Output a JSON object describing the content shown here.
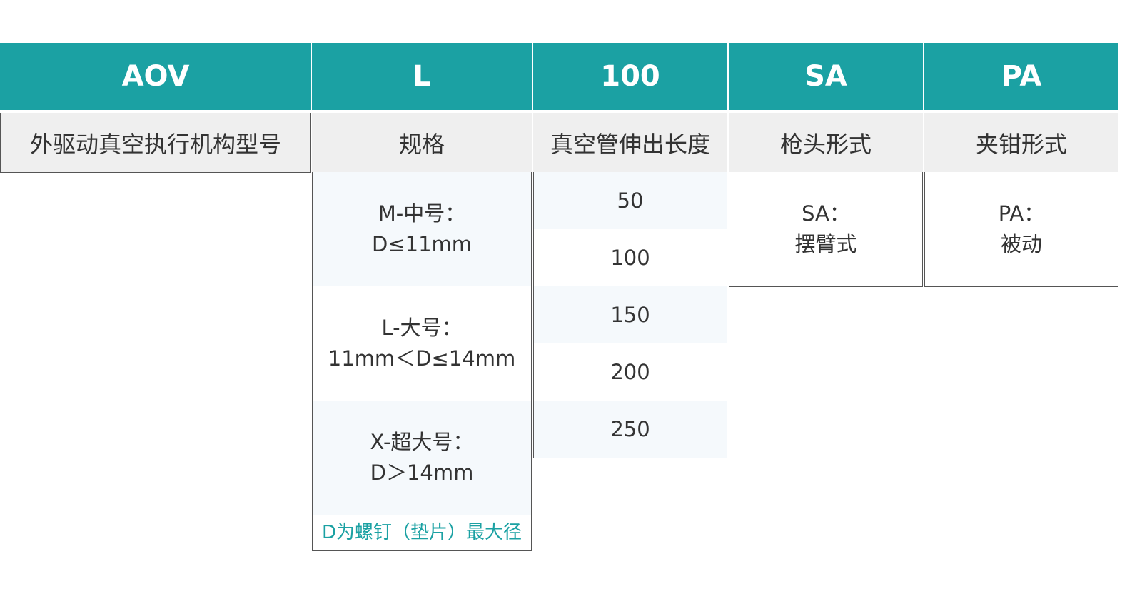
{
  "columns": {
    "aov": {
      "code": "AOV",
      "label": "外驱动真空执行机构型号"
    },
    "size": {
      "code": "L",
      "label": "规格",
      "options": [
        {
          "line1": "M-中号：",
          "line2": "D≤11mm"
        },
        {
          "line1": "L-大号：",
          "line2": "11mm＜D≤14mm"
        },
        {
          "line1": "X-超大号：",
          "line2": "D＞14mm"
        }
      ],
      "note": "D为螺钉（垫片）最大径"
    },
    "length": {
      "code": "100",
      "label": "真空管伸出长度",
      "options": [
        "50",
        "100",
        "150",
        "200",
        "250"
      ]
    },
    "gun": {
      "code": "SA",
      "label": "枪头形式",
      "option_line1": "SA：",
      "option_line2": "摆臂式"
    },
    "clamp": {
      "code": "PA",
      "label": "夹钳形式",
      "option_line1": "PA：",
      "option_line2": "被动"
    }
  },
  "colors": {
    "header_teal": "#1ba1a3",
    "subheader_gray": "#efefef",
    "row_tint": "#f5f9fc"
  }
}
